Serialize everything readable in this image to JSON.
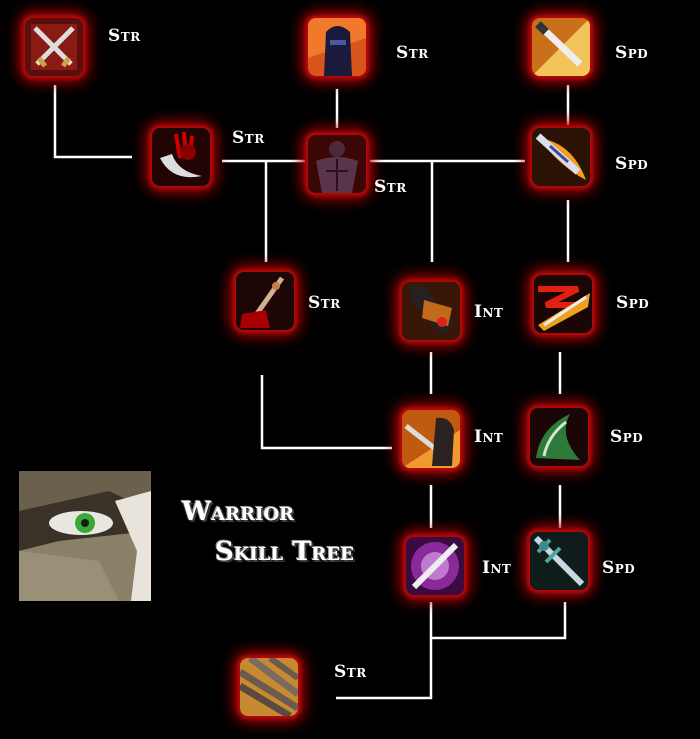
{
  "title": {
    "line1": "Warrior",
    "line2": "Skill Tree"
  },
  "skills": [
    {
      "id": "crossed-swords",
      "stat": "Str"
    },
    {
      "id": "hooded-assassin",
      "stat": "Str"
    },
    {
      "id": "diving-blade",
      "stat": "Spd"
    },
    {
      "id": "blood-claw",
      "stat": "Str"
    },
    {
      "id": "muscle-body",
      "stat": "Str"
    },
    {
      "id": "crested-blade",
      "stat": "Spd"
    },
    {
      "id": "blood-sword",
      "stat": "Str"
    },
    {
      "id": "armored-gauntlet",
      "stat": "Int"
    },
    {
      "id": "fire-slash",
      "stat": "Spd"
    },
    {
      "id": "flame-warrior",
      "stat": "Int"
    },
    {
      "id": "green-slash",
      "stat": "Spd"
    },
    {
      "id": "purple-sword",
      "stat": "Int"
    },
    {
      "id": "jeweled-sword",
      "stat": "Spd"
    },
    {
      "id": "iron-bars",
      "stat": "Str"
    }
  ],
  "colors": {
    "glow": "#b00000",
    "line": "#ffffff",
    "background": "#000000"
  }
}
